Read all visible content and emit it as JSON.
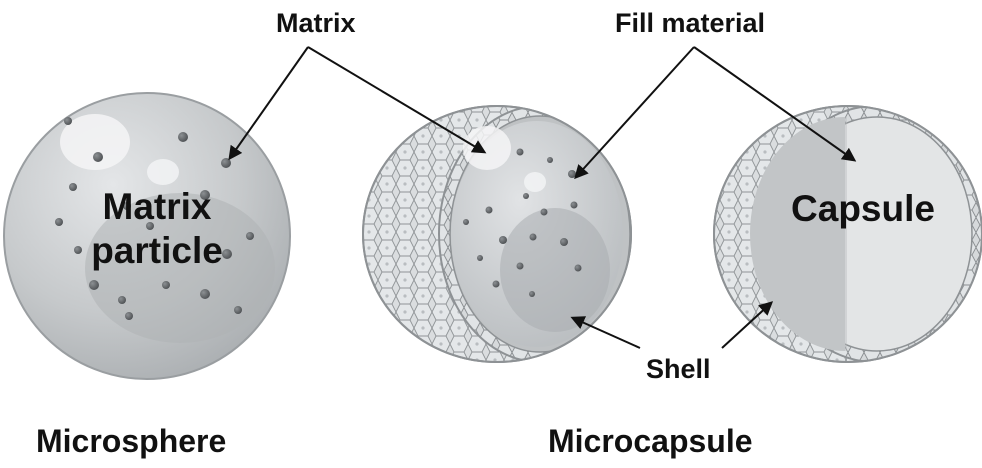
{
  "labels": {
    "matrix": "Matrix",
    "fill_material": "Fill material",
    "shell": "Shell",
    "capsule": "Capsule",
    "matrix_particle_line1": "Matrix",
    "matrix_particle_line2": "particle",
    "microsphere": "Microsphere",
    "microcapsule": "Microcapsule"
  },
  "colors": {
    "sphere_fill": "#c9ccce",
    "sphere_edge": "#9a9ea1",
    "shell_cell": "#dfe2e4",
    "shell_cell_edge": "#8e9295",
    "capsule_core_dark": "#c2c5c7",
    "capsule_core_light": "#e3e5e6",
    "arrow": "#111111",
    "text": "#111111"
  }
}
